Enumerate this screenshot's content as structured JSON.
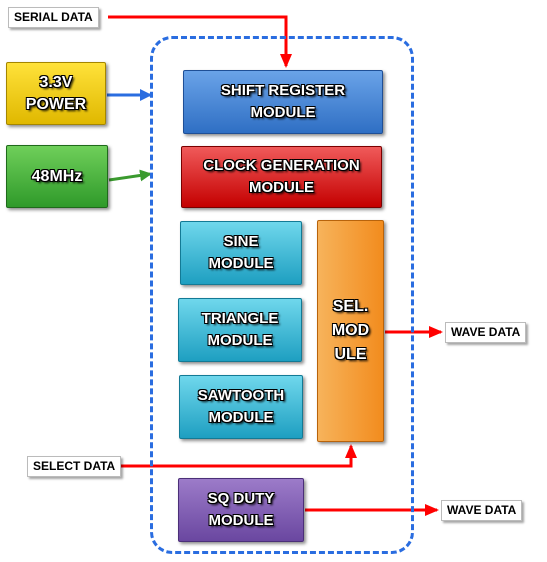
{
  "inputs": {
    "serial_data": "SERIAL DATA",
    "select_data": "SELECT DATA"
  },
  "outputs": {
    "wave_data_sel": "WAVE DATA",
    "wave_data_sq": "WAVE DATA"
  },
  "sources": {
    "power": "3.3V POWER",
    "clock": "48MHz"
  },
  "modules": {
    "shift_register": "SHIFT REGISTER MODULE",
    "clock_generation": "CLOCK GENERATION MODULE",
    "sine": "SINE MODULE",
    "triangle": "TRIANGLE MODULE",
    "sawtooth": "SAWTOOTH MODULE",
    "sel": "SEL. MOD ULE",
    "sq_duty": "SQ DUTY MODULE"
  },
  "colors": {
    "outline": "#2a6de0",
    "signal_arrow": "#ff0000",
    "power_arrow": "#2a6de0",
    "clock_arrow": "#3a9a2e"
  }
}
